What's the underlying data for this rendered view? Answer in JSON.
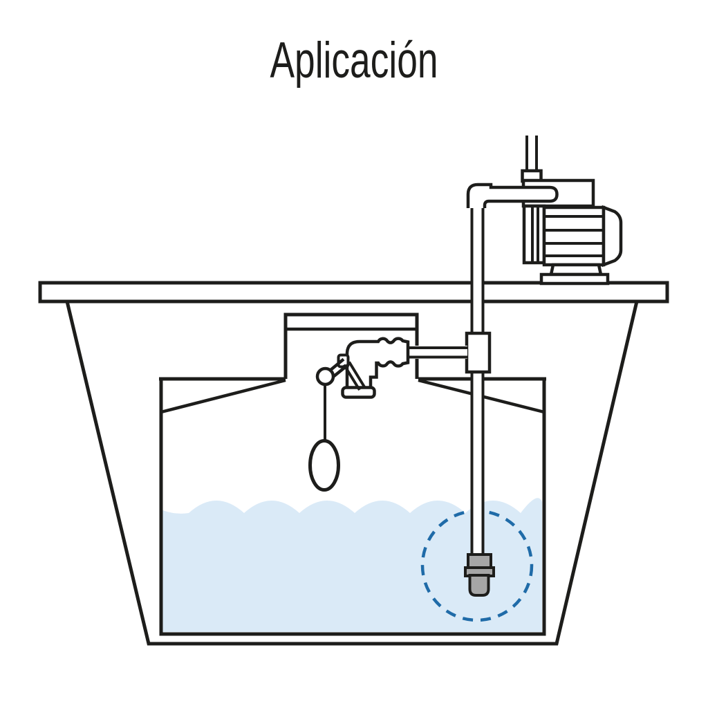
{
  "title": "Aplicación",
  "colors": {
    "background": "#ffffff",
    "line": "#1d1d1b",
    "water": "#daeaf7",
    "valve_gray": "#a6a6a6",
    "highlight_blue": "#1f6ba8"
  },
  "diagram": {
    "parts": [
      "slab",
      "pit",
      "cistern-tank",
      "manhole-neck",
      "water",
      "float-valve",
      "float",
      "supply-pipe",
      "suction-pipe",
      "pipe-union",
      "foot-valve",
      "foot-valve-highlight-circle",
      "pump",
      "discharge-pipe"
    ]
  }
}
